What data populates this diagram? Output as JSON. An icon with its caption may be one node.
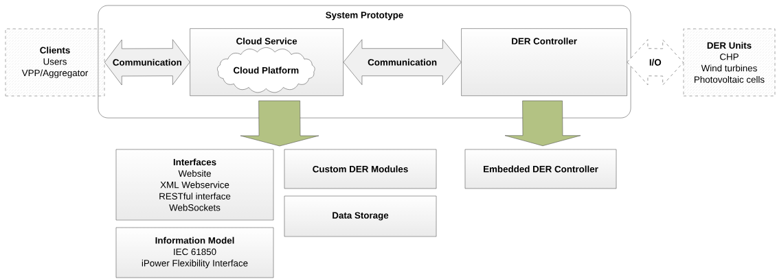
{
  "diagram": {
    "nodes": [
      {
        "text": [
          "System Prototype"
        ]
      },
      {
        "text": [
          "Clients",
          "Users",
          "VPP/Aggregator"
        ]
      },
      {
        "text": [
          "Cloud Service"
        ],
        "in": 0
      },
      {
        "text": [
          "Cloud Platform"
        ],
        "in": 2
      },
      {
        "text": [
          "DER Controller"
        ],
        "in": 0
      },
      {
        "text": [
          "DER Units",
          "CHP",
          "Wind turbines",
          "Photovoltaic cells"
        ]
      },
      {
        "text": [
          "Interfaces",
          "Website",
          "XML Webservice",
          "RESTful interface",
          "WebSockets"
        ]
      },
      {
        "text": [
          "Custom DER Modules"
        ]
      },
      {
        "text": [
          "Data Storage"
        ]
      },
      {
        "text": [
          "Information Model",
          "IEC 61850",
          "iPower Flexibility Interface"
        ]
      },
      {
        "text": [
          "Embedded DER Controller"
        ]
      }
    ],
    "edges": [
      {
        "from": 1,
        "to": 2,
        "arrow": "both",
        "label": "Communication"
      },
      {
        "from": 2,
        "to": 4,
        "arrow": "both",
        "label": "Communication"
      },
      {
        "from": 4,
        "to": 5,
        "arrow": "both",
        "label": "I/O",
        "style": "dashed"
      },
      {
        "from": 2,
        "to": null,
        "arrow": "to",
        "color": "#b3c283"
      },
      {
        "from": 4,
        "to": 10,
        "arrow": "to",
        "color": "#b3c283"
      }
    ]
  }
}
